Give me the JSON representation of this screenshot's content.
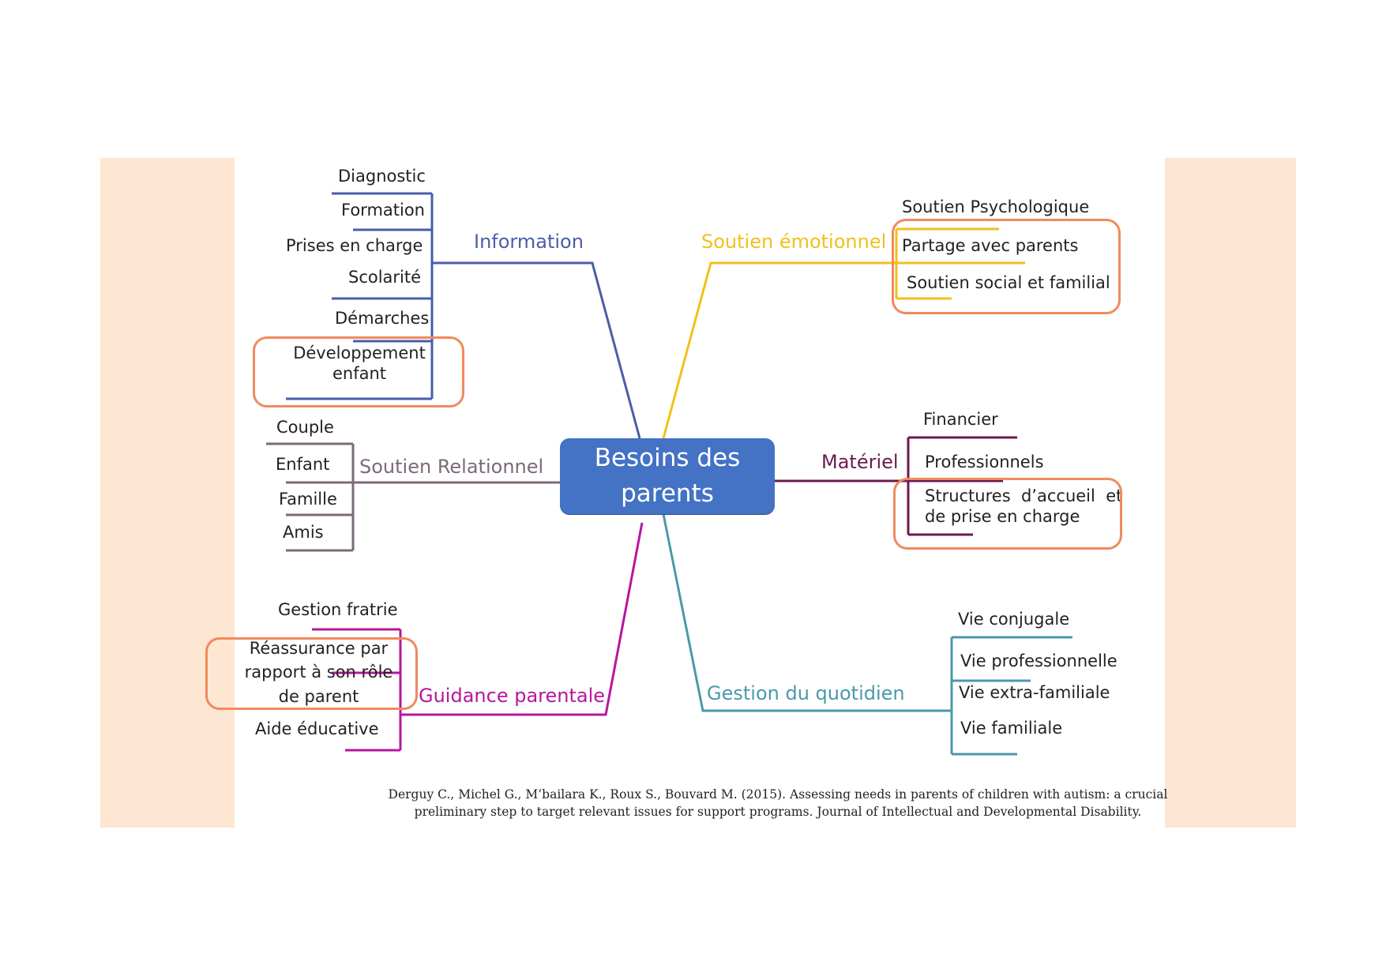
{
  "colors": {
    "slide_side": "#fde6d2",
    "center_box": "#4472c4",
    "highlight": "#f08a5d",
    "information": "#4a5ea8",
    "soutien_emotionnel": "#f2c01c",
    "materiel": "#6b1b4f",
    "relationnel": "#7a6a7a",
    "guidance": "#b5179e",
    "quotidien": "#4a9aa8"
  },
  "center": {
    "line1": "Besoins des",
    "line2": "parents"
  },
  "branches": {
    "information": {
      "label": "Information",
      "items": [
        "Diagnostic",
        "Formation",
        "Prises en charge",
        "Scolarité",
        "Démarches"
      ],
      "highlighted": {
        "line1": "Développement",
        "line2": "enfant"
      }
    },
    "soutien_emotionnel": {
      "label": "Soutien émotionnel",
      "items": [
        "Soutien Psychologique",
        "Partage avec parents",
        "Soutien social et familial"
      ]
    },
    "soutien_relationnel": {
      "label": "Soutien Relationnel",
      "items": [
        "Couple",
        "Enfant",
        "Famille",
        "Amis"
      ]
    },
    "materiel": {
      "label": "Matériel",
      "items": [
        "Financier",
        "Professionnels"
      ],
      "highlighted": {
        "line1": "Structures  d’accueil  et",
        "line2": "de prise en charge"
      }
    },
    "guidance_parentale": {
      "label": "Guidance parentale",
      "items": [
        "Gestion fratrie",
        "Aide éducative"
      ],
      "highlighted": {
        "line1": "Réassurance par",
        "line2": "rapport à son rôle",
        "line3": "de parent"
      }
    },
    "gestion_quotidien": {
      "label": "Gestion du quotidien",
      "items": [
        "Vie conjugale",
        "Vie professionnelle",
        "Vie extra-familiale",
        "Vie familiale"
      ]
    }
  },
  "citation": {
    "line1": "Derguy C., Michel G., M’bailara K., Roux S., Bouvard M. (2015). Assessing needs in parents of children with autism: a crucial",
    "line2": "preliminary step to target relevant issues for support programs. Journal of Intellectual and Developmental Disability."
  }
}
